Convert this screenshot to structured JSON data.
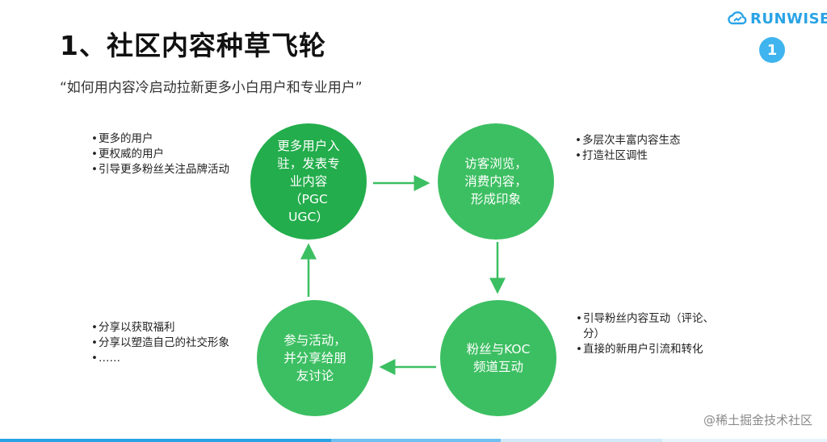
{
  "header": {
    "title": "1、社区内容种草飞轮",
    "subtitle": "“如何用内容冷启动拉新更多小白用户和专业用户”",
    "logo_text": "RUNWISE",
    "page_number": "1"
  },
  "flywheel": {
    "steps": [
      {
        "label": "更多用户入\n驻，发表专\n业内容\n（PGC\nUGC）"
      },
      {
        "label": "访客浏览，\n消费内容，\n形成印象"
      },
      {
        "label": "粉丝与KOC\n频道互动"
      },
      {
        "label": "参与活动，\n并分享给朋\n友讨论"
      }
    ],
    "colors": {
      "primary": "#23ad4c",
      "secondary": "#3cbf62",
      "arrow": "#3cbf62"
    }
  },
  "notes": {
    "top_left": [
      "更多的用户",
      "更权威的用户",
      "引导更多粉丝关注品牌活动"
    ],
    "top_right": [
      "多层次丰富内容生态",
      "打造社区调性"
    ],
    "bottom_right": [
      "引导粉丝内容互动（评论、分）",
      "直接的新用户引流和转化"
    ],
    "bottom_left": [
      "分享以获取福利",
      "分享以塑造自己的社交形象",
      "……"
    ]
  },
  "watermark": "@稀土掘金技术社区",
  "accent_colors": [
    "#2aa3e6",
    "#3fb4ee",
    "#23ad4c",
    "#3cbf62"
  ]
}
